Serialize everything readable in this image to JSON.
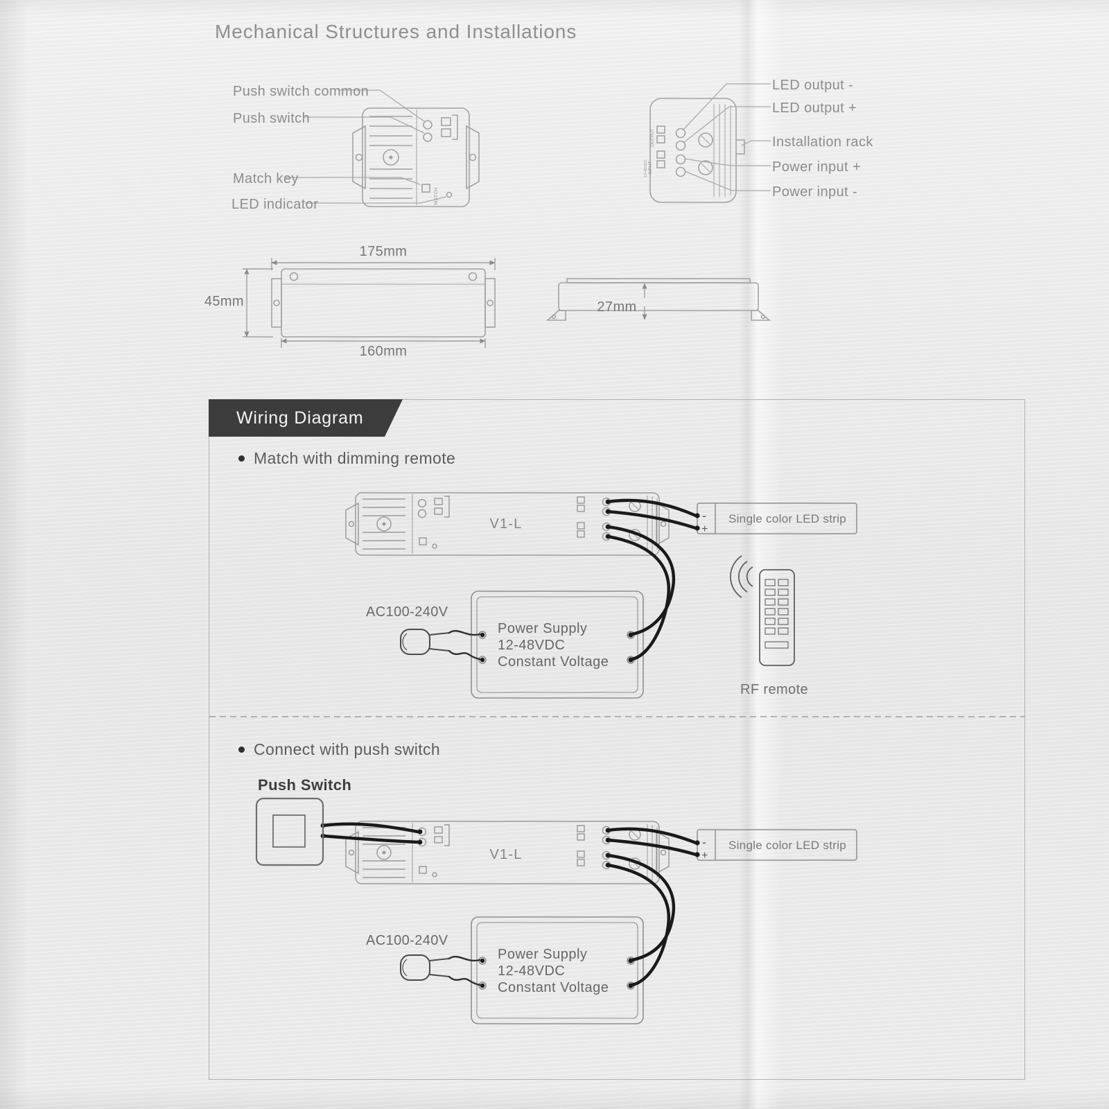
{
  "page": {
    "title": "Mechanical Structures and Installations"
  },
  "mechanical": {
    "callouts_left": [
      "Push switch common",
      "Push switch",
      "Match key",
      "LED indicator"
    ],
    "callouts_right": [
      "LED output -",
      "LED output +",
      "Installation rack",
      "Power input +",
      "Power input -"
    ],
    "ports": {
      "output": "OUTPUT",
      "input": "INPUT",
      "input_voltage": "12-48VDC",
      "match": "MATCH"
    },
    "dimensions": {
      "top_width": "175mm",
      "height": "45mm",
      "bottom_width": "160mm",
      "depth": "27mm"
    }
  },
  "wiring": {
    "banner": "Wiring Diagram",
    "sections": [
      {
        "heading": "Match with dimming remote",
        "device_label": "V1-L",
        "led_strip": "Single color LED strip",
        "strip_polarity_minus": "-",
        "strip_polarity_plus": "+",
        "ac_label": "AC100-240V",
        "psu_lines": [
          "Power Supply",
          "12-48VDC",
          "Constant Voltage"
        ],
        "remote_label": "RF remote"
      },
      {
        "heading": "Connect with push switch",
        "push_switch_label": "Push Switch",
        "device_label": "V1-L",
        "led_strip": "Single color LED strip",
        "strip_polarity_minus": "-",
        "strip_polarity_plus": "+",
        "ac_label": "AC100-240V",
        "psu_lines": [
          "Power Supply",
          "12-48VDC",
          "Constant Voltage"
        ]
      }
    ]
  }
}
